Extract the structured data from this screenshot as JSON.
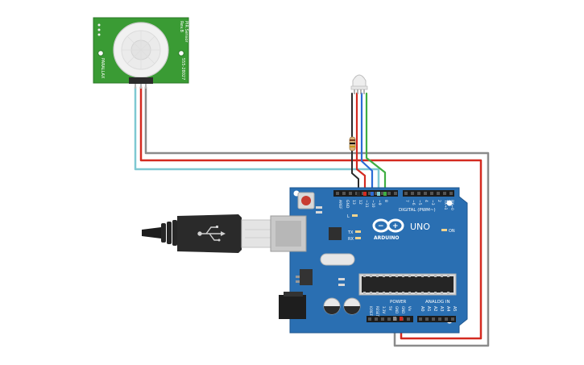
{
  "pir": {
    "side_text_right": "PIR Sensor",
    "side_text_right2": "Rev.B",
    "side_text_left": "PARALLAX",
    "side_text_left2": "555-28027",
    "board_color": "#3a9b34"
  },
  "arduino": {
    "logo_text": "ARDUINO",
    "model": "UNO",
    "on_label": "ON",
    "tx_label": "TX",
    "rx_label": "RX",
    "l_label": "L",
    "digital_header": "DIGITAL (PWM~)",
    "power_header": "POWER",
    "analog_header": "ANALOG IN",
    "aref": "AREF",
    "gnd": "GND",
    "pin13": "13",
    "pin12": "12",
    "pin11": "~11",
    "pin10": "~10",
    "pin9": "~9",
    "pin8": "8",
    "pin7": "7",
    "pin6": "~6",
    "pin5": "~5",
    "pin4": "4",
    "pin3": "~3",
    "pin2": "2",
    "pin1": "TX→1",
    "pin0": "RX←0",
    "power_pins": [
      "IOREF",
      "RESET",
      "3.3V",
      "5V",
      "GND",
      "GND",
      "Vin"
    ],
    "analog_pins": [
      "A0",
      "A1",
      "A2",
      "A3",
      "A4",
      "A5"
    ],
    "board_color": "#2a6fb2"
  },
  "colors": {
    "wire_red": "#d42a20",
    "wire_gray": "#8b8b8b",
    "wire_black": "#2b2b2b",
    "wire_cyan": "#7ec8d2",
    "wire_blue": "#2c6cd6",
    "wire_green": "#3fae42"
  }
}
